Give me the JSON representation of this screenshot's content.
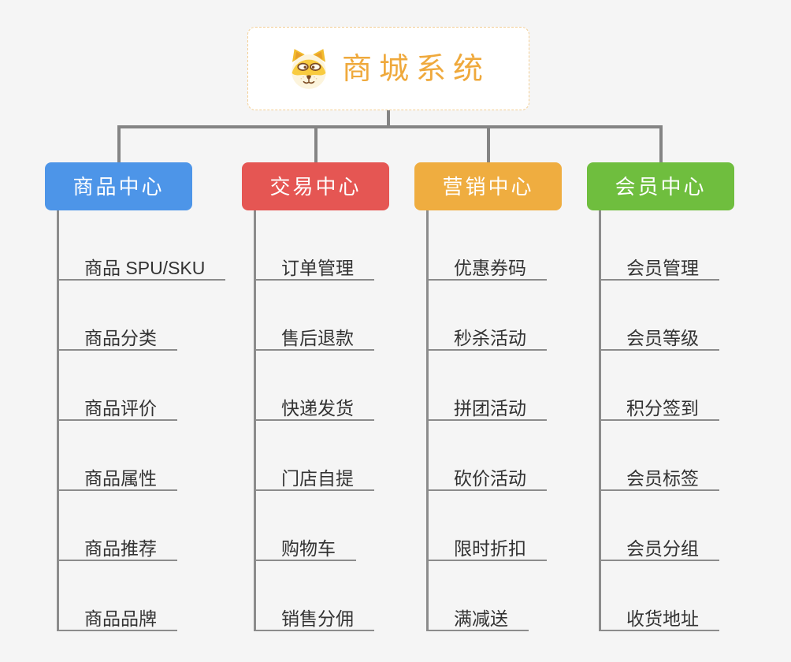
{
  "root": {
    "title": "商城系统",
    "icon": "dog-icon",
    "title_color": "#EFA93C",
    "border_color": "#F3CE93",
    "background": "#FFFFFF"
  },
  "canvas_background": "#F5F5F5",
  "connector_color": "#848484",
  "underline_color": "#8C8C8C",
  "child_text_color": "#333333",
  "branches": [
    {
      "label": "商品中心",
      "color": "#4D95E8",
      "children": [
        "商品 SPU/SKU",
        "商品分类",
        "商品评价",
        "商品属性",
        "商品推荐",
        "商品品牌"
      ]
    },
    {
      "label": "交易中心",
      "color": "#E55653",
      "children": [
        "订单管理",
        "售后退款",
        "快递发货",
        "门店自提",
        "购物车",
        "销售分佣"
      ]
    },
    {
      "label": "营销中心",
      "color": "#EFAD40",
      "children": [
        "优惠券码",
        "秒杀活动",
        "拼团活动",
        "砍价活动",
        "限时折扣",
        "满减送"
      ]
    },
    {
      "label": "会员中心",
      "color": "#6FBE3E",
      "children": [
        "会员管理",
        "会员等级",
        "积分签到",
        "会员标签",
        "会员分组",
        "收货地址"
      ]
    }
  ]
}
